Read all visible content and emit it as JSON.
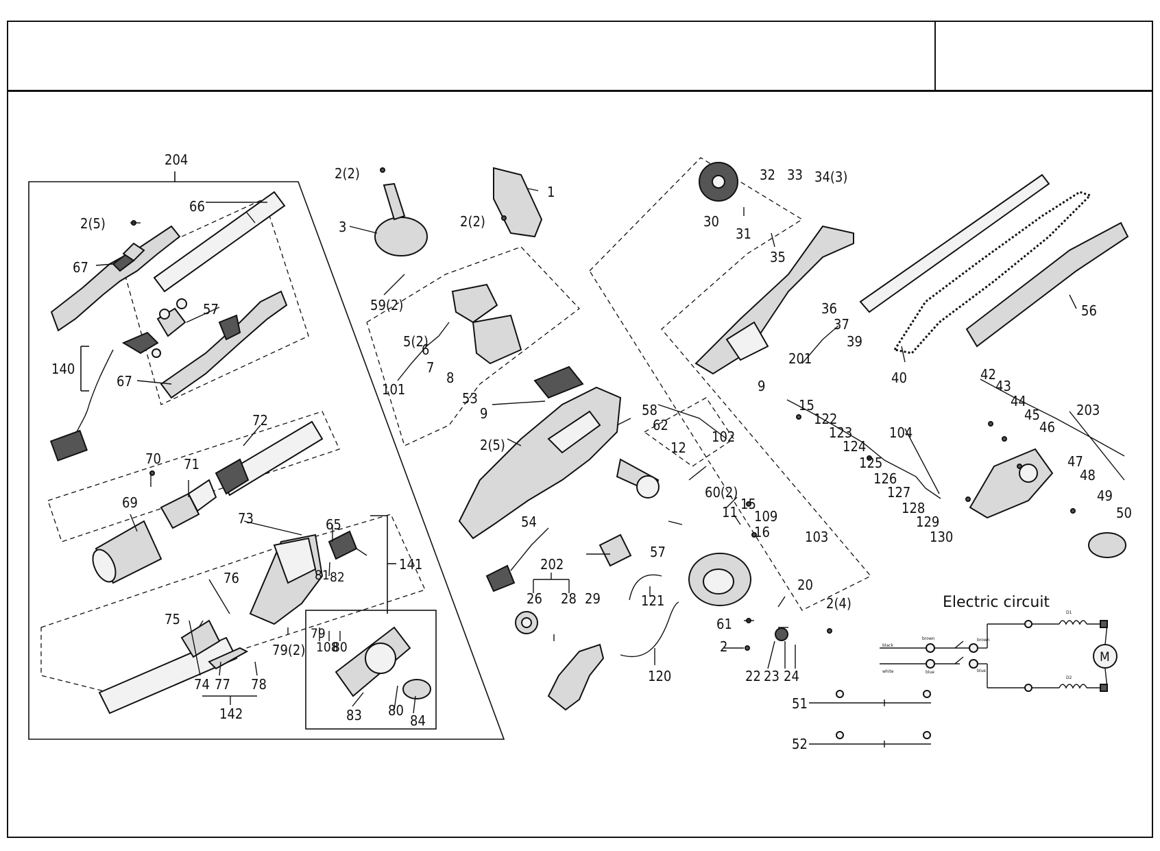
{
  "title_block": {
    "main": "",
    "side": ""
  },
  "circuit": {
    "title": "Electric circuit",
    "wire_labels": {
      "black": "black",
      "brown": "brown",
      "white": "white",
      "blue": "blue"
    },
    "coil_1": "D1",
    "coil_2": "D2",
    "motor": "M"
  },
  "callouts": {
    "c1": "1",
    "c2": "2",
    "c2_2a": "2(2)",
    "c2_2b": "2(2)",
    "c2_4": "2(4)",
    "c2_5a": "2(5)",
    "c2_5b": "2(5)",
    "c3": "3",
    "c5_2": "5(2)",
    "c6": "6",
    "c7": "7",
    "c8": "8",
    "c9a": "9",
    "c9b": "9",
    "c11": "11",
    "c12": "12",
    "c15a": "15",
    "c15b": "15",
    "c16": "16",
    "c20": "20",
    "c22": "22",
    "c23": "23",
    "c24": "24",
    "c26": "26",
    "c28": "28",
    "c29": "29",
    "c30": "30",
    "c31": "31",
    "c32": "32",
    "c33": "33",
    "c34_3": "34(3)",
    "c35": "35",
    "c36": "36",
    "c37": "37",
    "c39": "39",
    "c40": "40",
    "c42": "42",
    "c43": "43",
    "c44": "44",
    "c45": "45",
    "c46": "46",
    "c47": "47",
    "c48": "48",
    "c49": "49",
    "c50": "50",
    "c51": "51",
    "c52": "52",
    "c53": "53",
    "c54": "54",
    "c56": "56",
    "c57a": "57",
    "c57b": "57",
    "c58": "58",
    "c59_2": "59(2)",
    "c60_2": "60(2)",
    "c61": "61",
    "c62": "62",
    "c65": "65",
    "c66": "66",
    "c67a": "67",
    "c67b": "67",
    "c69": "69",
    "c70": "70",
    "c71": "71",
    "c72": "72",
    "c73": "73",
    "c74": "74",
    "c75": "75",
    "c76": "76",
    "c77": "77",
    "c78": "78",
    "c79": "79",
    "c79_2": "79(2)",
    "c80a": "80",
    "c80b": "80",
    "c81": "81",
    "c82": "82",
    "c83": "83",
    "c84": "84",
    "c101": "101",
    "c102": "102",
    "c103": "103",
    "c104": "104",
    "c108": "108",
    "c109": "109",
    "c120": "120",
    "c121": "121",
    "c122": "122",
    "c123": "123",
    "c124": "124",
    "c125": "125",
    "c126": "126",
    "c127": "127",
    "c128": "128",
    "c129": "129",
    "c130": "130",
    "c140": "140",
    "c141": "141",
    "c142": "142",
    "c201": "201",
    "c202": "202",
    "c203": "203",
    "c204": "204"
  }
}
